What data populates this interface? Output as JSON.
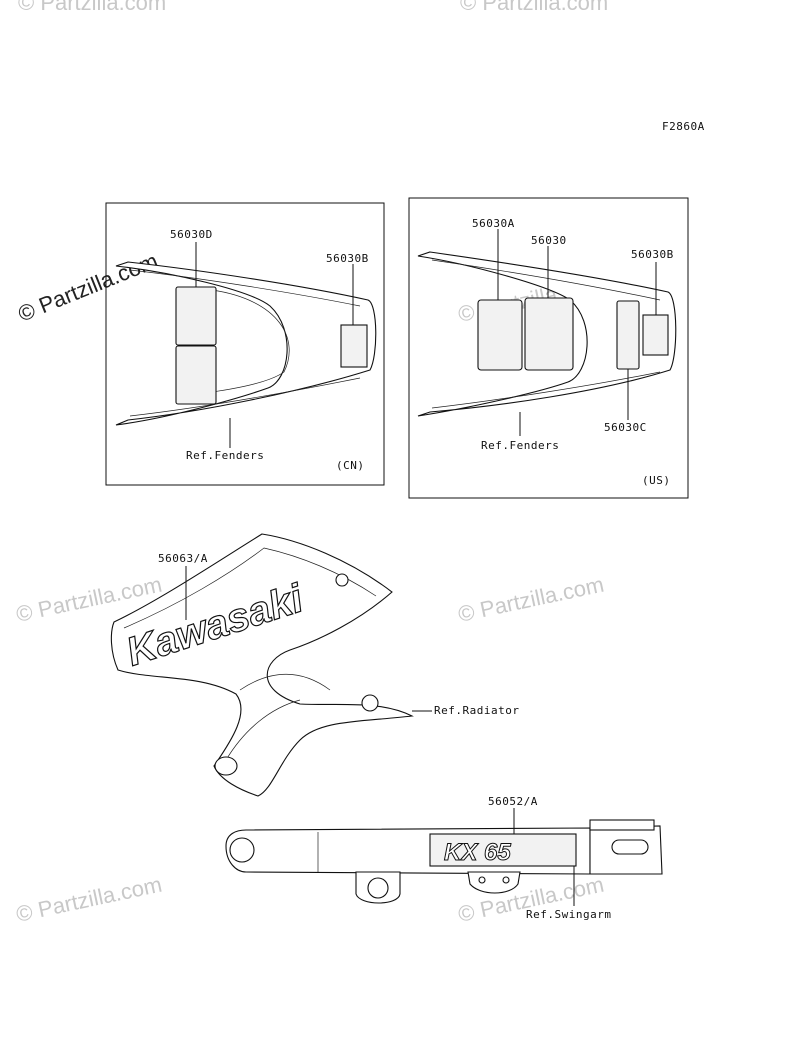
{
  "figure_code": "F2860A",
  "panels": {
    "cn": {
      "labels": {
        "a": "56030D",
        "b": "56030B",
        "ref": "Ref.Fenders",
        "region": "(CN)"
      }
    },
    "us": {
      "labels": {
        "a": "56030A",
        "b": "56030",
        "c": "56030B",
        "d": "56030C",
        "ref": "Ref.Fenders",
        "region": "(US)"
      }
    }
  },
  "shroud": {
    "part": "56063/A",
    "ref": "Ref.Radiator",
    "brand": "Kawasaki"
  },
  "swingarm": {
    "part": "56052/A",
    "ref": "Ref.Swingarm",
    "model": "KX 65"
  },
  "watermark": {
    "text": "© Partzilla.com"
  },
  "colors": {
    "line": "#111111",
    "watermark": "#c8c8c8",
    "background": "#ffffff"
  }
}
